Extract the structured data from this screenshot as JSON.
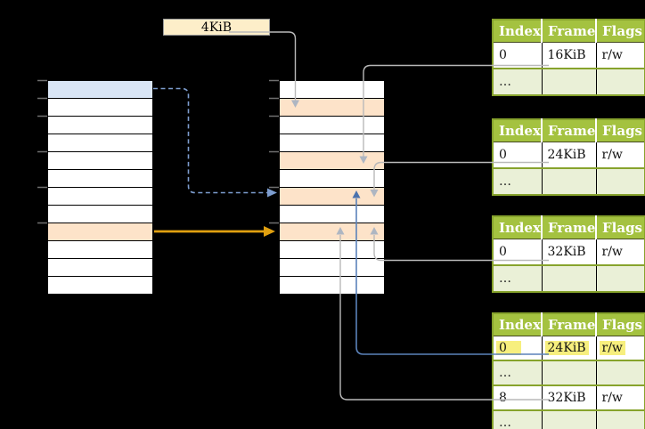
{
  "page_size_label": "4KiB",
  "columns": {
    "virtual_memory": {
      "rows": [
        "blue",
        "white",
        "white",
        "white",
        "white",
        "white",
        "white",
        "white",
        "orange",
        "white",
        "white",
        "white"
      ]
    },
    "page_table": {
      "rows": [
        "white",
        "orange",
        "white",
        "white",
        "orange",
        "white",
        "orange",
        "white",
        "orange",
        "white",
        "white",
        "white"
      ]
    }
  },
  "tables": [
    {
      "headers": [
        "Index",
        "Frame",
        "Flags"
      ],
      "rows": [
        {
          "cells": [
            "0",
            "16KiB",
            "r/w"
          ],
          "highlight": false
        },
        {
          "cells": [
            "…",
            "",
            ""
          ],
          "highlight": false
        }
      ]
    },
    {
      "headers": [
        "Index",
        "Frame",
        "Flags"
      ],
      "rows": [
        {
          "cells": [
            "0",
            "24KiB",
            "r/w"
          ],
          "highlight": false
        },
        {
          "cells": [
            "…",
            "",
            ""
          ],
          "highlight": false
        }
      ]
    },
    {
      "headers": [
        "Index",
        "Frame",
        "Flags"
      ],
      "rows": [
        {
          "cells": [
            "0",
            "32KiB",
            "r/w"
          ],
          "highlight": false
        },
        {
          "cells": [
            "…",
            "",
            ""
          ],
          "highlight": false
        }
      ]
    },
    {
      "headers": [
        "Index",
        "Frame",
        "Flags"
      ],
      "rows": [
        {
          "cells": [
            "0",
            "24KiB",
            "r/w"
          ],
          "highlight": true
        },
        {
          "cells": [
            "…",
            "",
            ""
          ],
          "highlight": false
        },
        {
          "cells": [
            "8",
            "32KiB",
            "r/w"
          ],
          "highlight": false
        },
        {
          "cells": [
            "…",
            "",
            ""
          ],
          "highlight": false
        }
      ]
    }
  ],
  "colors": {
    "background": "#000000",
    "row_white": "#ffffff",
    "row_blue": "#d9e5f5",
    "row_orange": "#fde3c9",
    "size_box_bg": "#fdeec9",
    "table_header_bg": "#a4c240",
    "table_header_text": "#ffffff",
    "table_border": "#87a32c",
    "table_row_alt": "#eaf0d7",
    "highlight_yellow": "#f7ef7e",
    "line_gray": "#b9b9b9",
    "arrowhead_gray": "#aeb6c2",
    "line_blue": "#5b82ba",
    "arrowhead_blue": "#4a72ad",
    "line_dashed_blue": "#7d9dcf",
    "line_orange": "#e0a010",
    "tick_gray": "#707070"
  }
}
